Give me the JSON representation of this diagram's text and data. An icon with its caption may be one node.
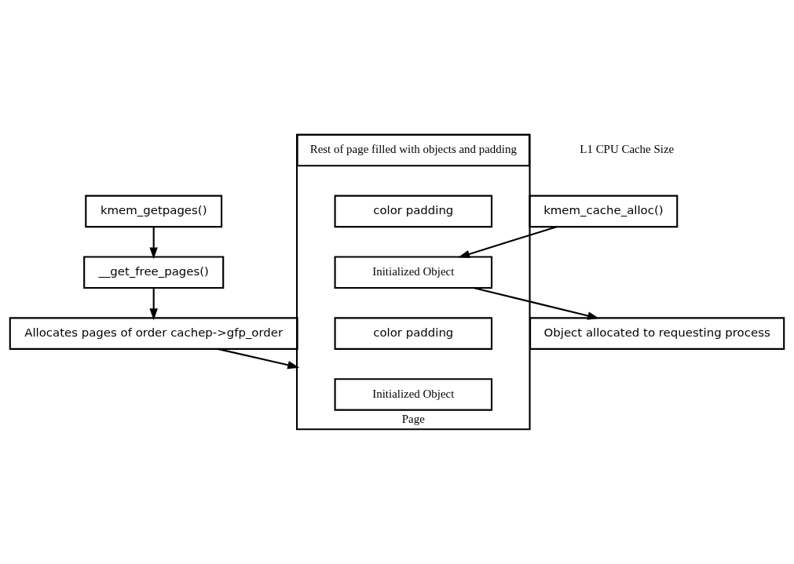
{
  "diagram": {
    "nodes": [
      {
        "text": [
          "kmem_getpages()"
        ]
      },
      {
        "text": [
          "__get_free_pages()"
        ]
      },
      {
        "text": [
          "Allocates pages of order cachep->gfp_order"
        ]
      },
      {
        "text": [
          "Page"
        ]
      },
      {
        "text": [
          "Rest of page filled with objects and padding"
        ],
        "in": 3
      },
      {
        "text": [
          "color padding"
        ],
        "in": 3
      },
      {
        "text": [
          "Initialized Object"
        ],
        "in": 3
      },
      {
        "text": [
          "color padding"
        ],
        "in": 3
      },
      {
        "text": [
          "Initialized Object"
        ],
        "in": 3
      },
      {
        "text": [
          "kmem_cache_alloc()"
        ]
      },
      {
        "text": [
          "Object allocated to requesting process"
        ]
      }
    ],
    "edges": [
      {
        "from": 0,
        "to": 1,
        "arrow": "to"
      },
      {
        "from": 1,
        "to": 2,
        "arrow": "to"
      },
      {
        "from": 2,
        "to": 3,
        "arrow": "to"
      },
      {
        "from": 9,
        "to": 6,
        "arrow": "to"
      },
      {
        "from": 6,
        "to": 10,
        "arrow": "to"
      }
    ],
    "labels": [
      "L1 CPU Cache Size"
    ]
  }
}
